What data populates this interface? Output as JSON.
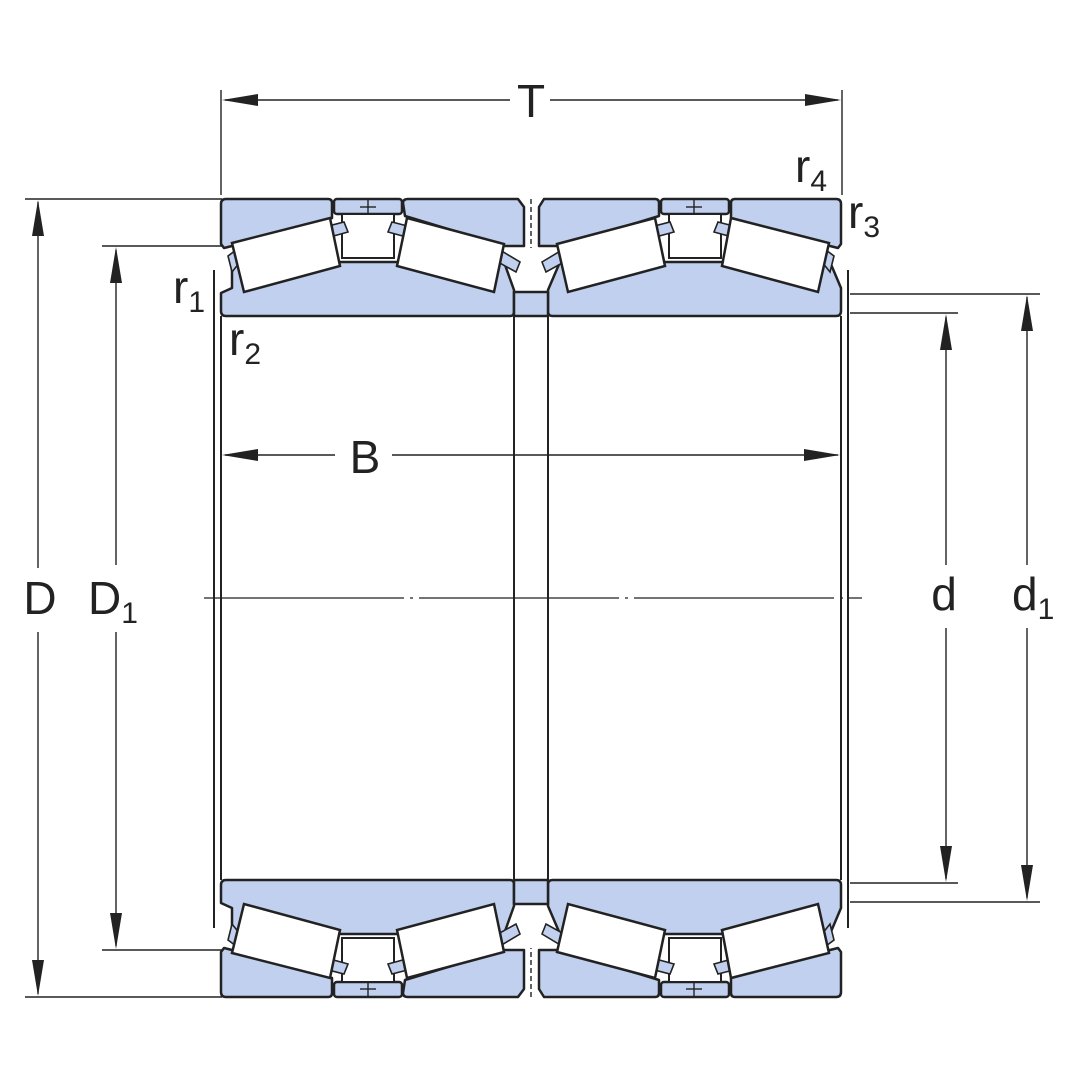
{
  "drawing": {
    "dimensions": {
      "T": "T",
      "B": "B",
      "D": "D",
      "D1": {
        "main": "D",
        "sub": "1"
      },
      "d": "d",
      "d1": {
        "main": "d",
        "sub": "1"
      },
      "r1": {
        "main": "r",
        "sub": "1"
      },
      "r2": {
        "main": "r",
        "sub": "2"
      },
      "r3": {
        "main": "r",
        "sub": "3"
      },
      "r4": {
        "main": "r",
        "sub": "4"
      }
    },
    "colors": {
      "ring_fill": "#c0d0ee",
      "outline": "#222222",
      "background": "#ffffff"
    }
  }
}
